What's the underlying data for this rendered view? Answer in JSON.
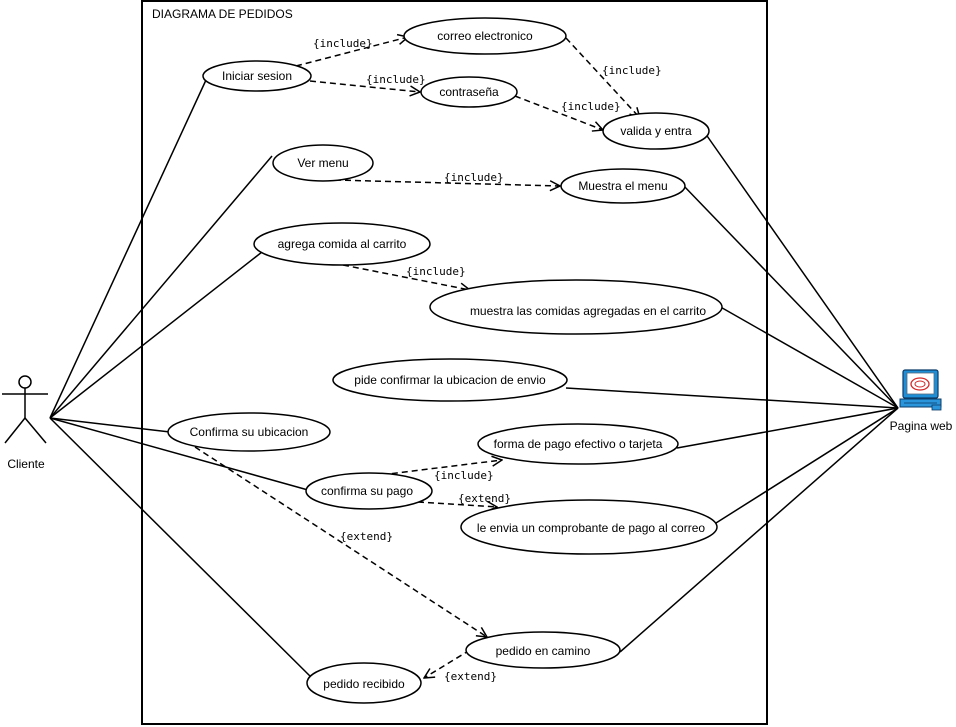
{
  "diagram": {
    "title": "DIAGRAMA DE PEDIDOS",
    "actors": {
      "cliente": "Cliente",
      "pagina_web": "Pagina web"
    },
    "use_cases": {
      "iniciar_sesion": "Iniciar sesion",
      "correo_electronico": "correo electronico",
      "contrasena": "contraseña",
      "valida_y_entra": "valida y entra",
      "ver_menu": "Ver menu",
      "muestra_el_menu": "Muestra el menu",
      "agrega_comida": "agrega comida  al carrito",
      "muestra_comidas": "muestra las comidas agregadas en el carrito",
      "pide_confirmar": "pide confirmar la ubicacion de envio",
      "confirma_ubicacion": "Confirma su ubicacion",
      "forma_de_pago": "forma de pago efectivo o tarjeta",
      "confirma_pago": "confirma su pago",
      "comprobante": "le envia un comprobante de pago al correo",
      "pedido_en_camino": "pedido en camino",
      "pedido_recibido": "pedido recibido"
    },
    "stereotypes": {
      "include": "{include}",
      "extend": "{extend}"
    }
  }
}
